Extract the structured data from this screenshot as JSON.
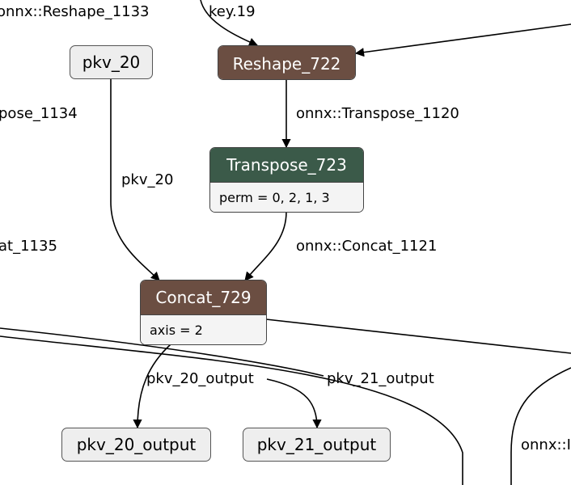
{
  "colors": {
    "op_reshape_concat": "#6b4e42",
    "op_transpose": "#3b5a49",
    "io_fill": "#eeeeee"
  },
  "nodes": {
    "pkv_20": {
      "label": "pkv_20"
    },
    "reshape_722": {
      "label": "Reshape_722"
    },
    "transpose_723": {
      "label": "Transpose_723",
      "attr": "perm = 0, 2, 1, 3"
    },
    "concat_729": {
      "label": "Concat_729",
      "attr": "axis = 2"
    },
    "pkv_20_output": {
      "label": "pkv_20_output"
    },
    "pkv_21_output": {
      "label": "pkv_21_output"
    }
  },
  "edge_labels": {
    "reshape_1133": "onnx::Reshape_1133",
    "key_19": "key.19",
    "transpose_1134": "pose_1134",
    "transpose_1120": "onnx::Transpose_1120",
    "pkv_20": "pkv_20",
    "concat_1135": "at_1135",
    "concat_1121": "onnx::Concat_1121",
    "pkv_20_output": "pkv_20_output",
    "pkv_21_output": "pkv_21_output",
    "right_cut": "onnx::I"
  }
}
